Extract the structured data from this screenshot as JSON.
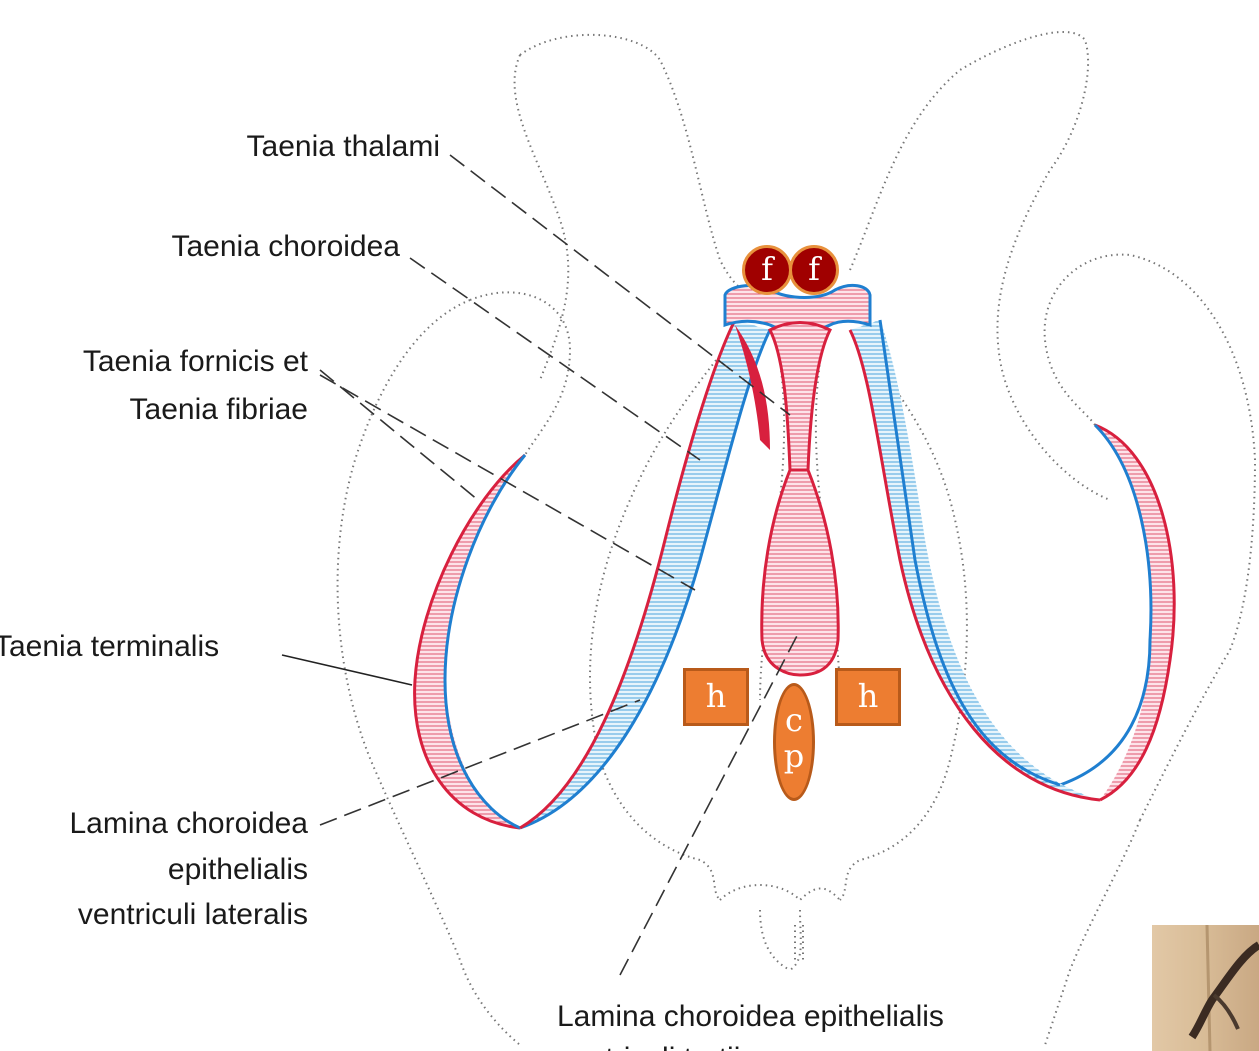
{
  "labels": {
    "taenia_thalami": "Taenia thalami",
    "taenia_choroidea": "Taenia choroidea",
    "taenia_fornicis_1": "Taenia fornicis et",
    "taenia_fornicis_2": "Taenia fibriae",
    "taenia_terminalis": "Taenia terminalis",
    "lamina_lat_1": "Lamina choroidea",
    "lamina_lat_2": "epithelialis",
    "lamina_lat_3": "ventriculi lateralis",
    "lamina_tertii_1": "Lamina choroidea epithelialis",
    "lamina_tertii_2": "ventriculi tertii"
  },
  "markers": {
    "fornix_left": "f",
    "fornix_right": "f",
    "hippocampus_left": "h",
    "hippocampus_right": "h",
    "cp_top": "c",
    "cp_bottom": "p"
  },
  "colors": {
    "outline": "#777777",
    "red_line": "#d8203e",
    "blue_line": "#1f7fd0",
    "red_fill": "#f4aebd",
    "blue_fill": "#b9def2",
    "marker_dark_red": "#a00000",
    "marker_orange": "#ed7d31"
  }
}
